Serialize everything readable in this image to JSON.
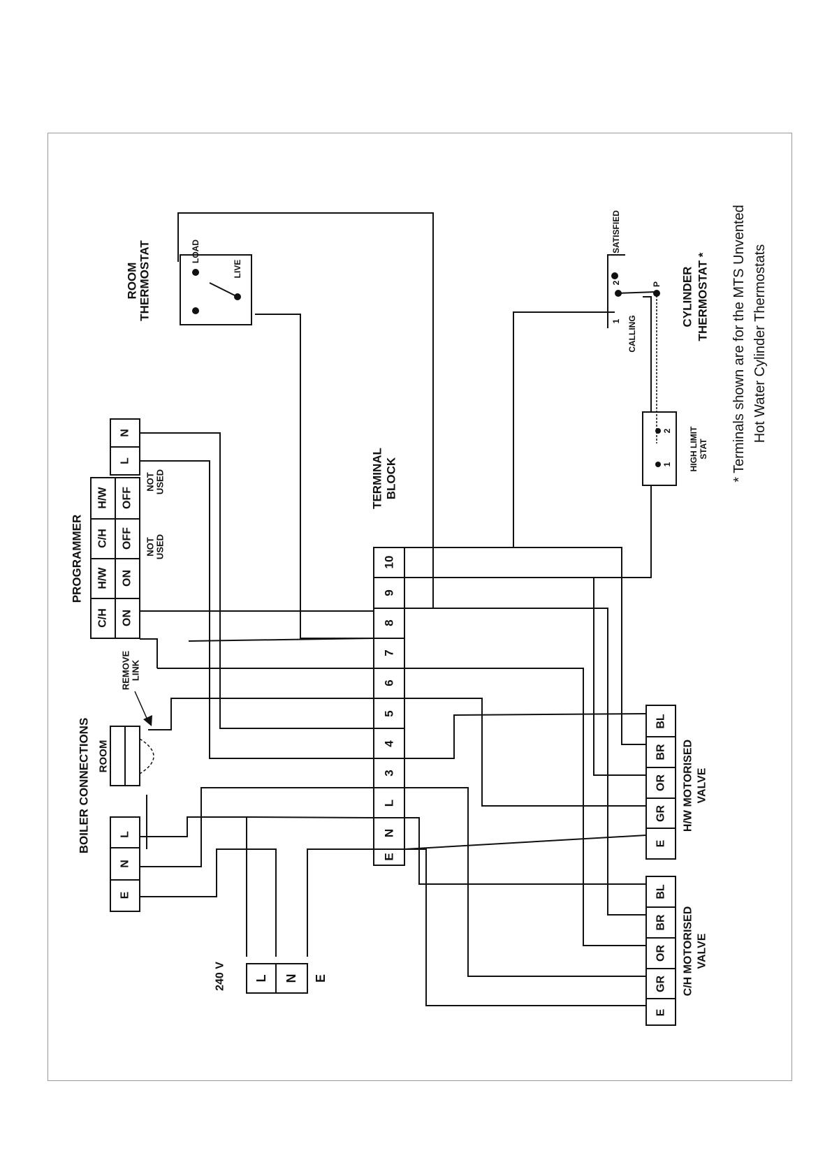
{
  "sections": {
    "boiler_connections": "BOILER CONNECTIONS",
    "room": "ROOM",
    "remove_link": [
      "REMOVE",
      "LINK"
    ],
    "programmer": "PROGRAMMER",
    "not_used": [
      "NOT",
      "USED"
    ],
    "room_thermostat": [
      "ROOM",
      "THERMOSTAT"
    ],
    "terminal_block": [
      "TERMINAL",
      "BLOCK"
    ],
    "supply": "240 V",
    "hw_valve": [
      "H/W MOTORISED",
      "VALVE"
    ],
    "ch_valve": [
      "C/H MOTORISED",
      "VALVE"
    ],
    "cylinder_thermostat": [
      "CYLINDER",
      "THERMOSTAT *"
    ],
    "high_limit_stat": [
      "HIGH LIMIT",
      "STAT"
    ]
  },
  "boiler_terminals": [
    "E",
    "N",
    "L"
  ],
  "supply_terminals": [
    "L",
    "N",
    "E"
  ],
  "terminal_block": [
    "E",
    "N",
    "L",
    "3",
    "4",
    "5",
    "6",
    "7",
    "8",
    "9",
    "10"
  ],
  "programmer_terminals": [
    {
      "top": "C/H",
      "bottom": "ON"
    },
    {
      "top": "H/W",
      "bottom": "ON"
    },
    {
      "top": "C/H",
      "bottom": "OFF"
    },
    {
      "top": "H/W",
      "bottom": "OFF"
    }
  ],
  "programmer_power": [
    "L",
    "N"
  ],
  "valve_terminals": [
    "E",
    "GR",
    "OR",
    "BR",
    "BL"
  ],
  "room_stat_labels": {
    "load": "LOAD",
    "live": "LIVE"
  },
  "cylinder_labels": {
    "calling_num": "1",
    "satisfied_num": "2",
    "p": "P",
    "calling": "CALLING",
    "satisfied": "SATISFIED"
  },
  "high_limit_terminals": [
    "1",
    "2"
  ],
  "footnote": [
    "* Terminals shown are for the MTS Unvented",
    "Hot Water Cylinder Thermostats"
  ]
}
